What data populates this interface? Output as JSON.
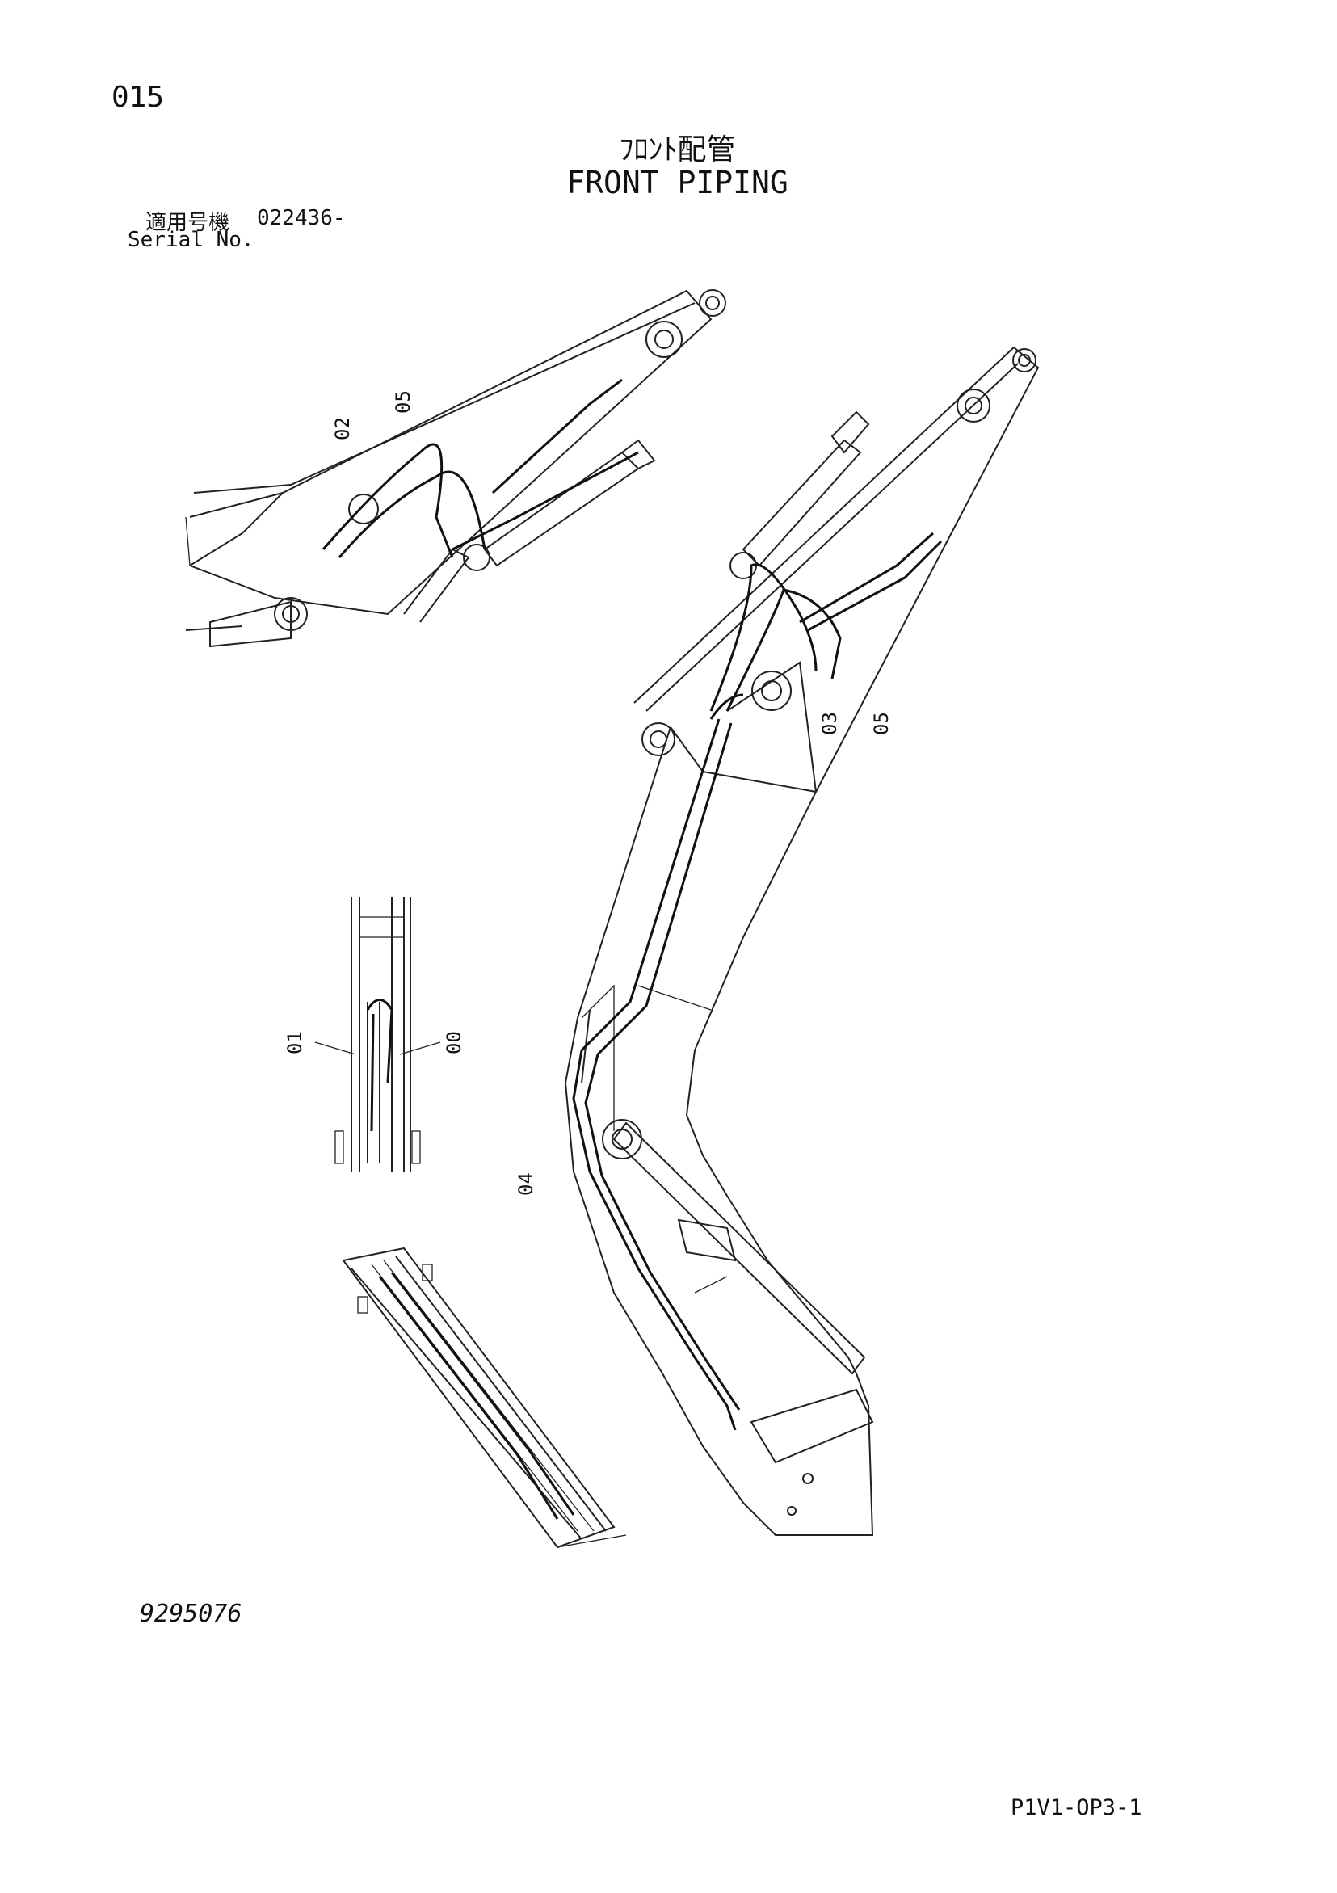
{
  "header": {
    "page_number": "015",
    "title_jp": "ﾌﾛﾝﾄ配管",
    "title_en": "FRONT PIPING",
    "serial_label_jp": "適用号機",
    "serial_value": "022436-",
    "serial_label_en": "Serial No."
  },
  "callouts": {
    "top_left_02": "02",
    "top_left_05": "05",
    "main_03": "03",
    "main_05": "05",
    "main_04": "04",
    "detail_01": "01",
    "detail_00": "00"
  },
  "footer": {
    "document_number": "9295076",
    "page_code": "P1V1-OP3-1"
  }
}
